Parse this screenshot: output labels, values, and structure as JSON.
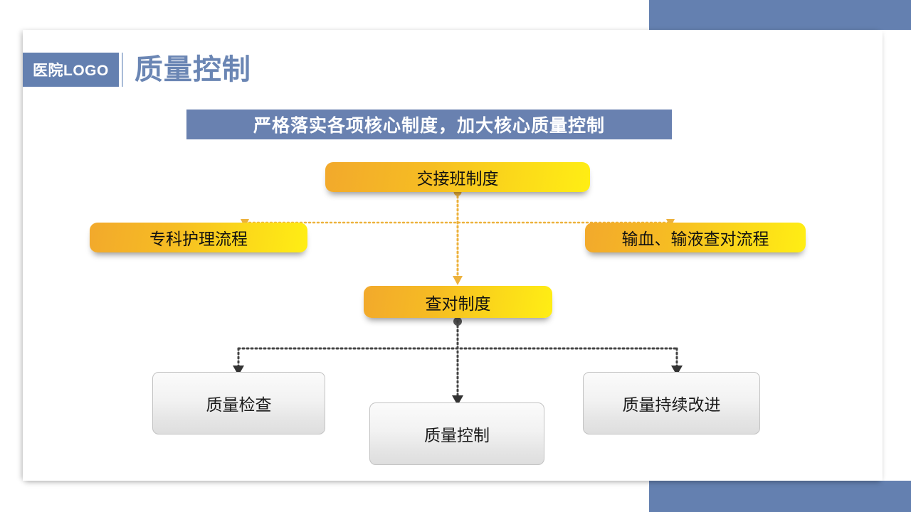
{
  "decor": {
    "accent_color": "#6480b0",
    "corner_top_right": "blue-block",
    "corner_bottom_right": "blue-block"
  },
  "header": {
    "logo_label": "医院LOGO",
    "title": "质量控制"
  },
  "subtitle": {
    "text": "严格落实各项核心制度，加大核心质量控制",
    "background": "#6981b0",
    "color": "#ffffff"
  },
  "diagram": {
    "yellow_nodes": [
      {
        "id": "handover",
        "label": "交接班制度"
      },
      {
        "id": "specialty-nursing",
        "label": "专科护理流程"
      },
      {
        "id": "transfusion-check",
        "label": "输血、输液查对流程"
      },
      {
        "id": "verification",
        "label": "查对制度"
      }
    ],
    "gray_nodes": [
      {
        "id": "quality-inspection",
        "label": "质量检查"
      },
      {
        "id": "quality-control",
        "label": "质量控制"
      },
      {
        "id": "continuous-improvement",
        "label": "质量持续改进"
      }
    ],
    "connector_colors": {
      "upper_dotted": "#edb23c",
      "lower_dotted": "#555555"
    }
  }
}
